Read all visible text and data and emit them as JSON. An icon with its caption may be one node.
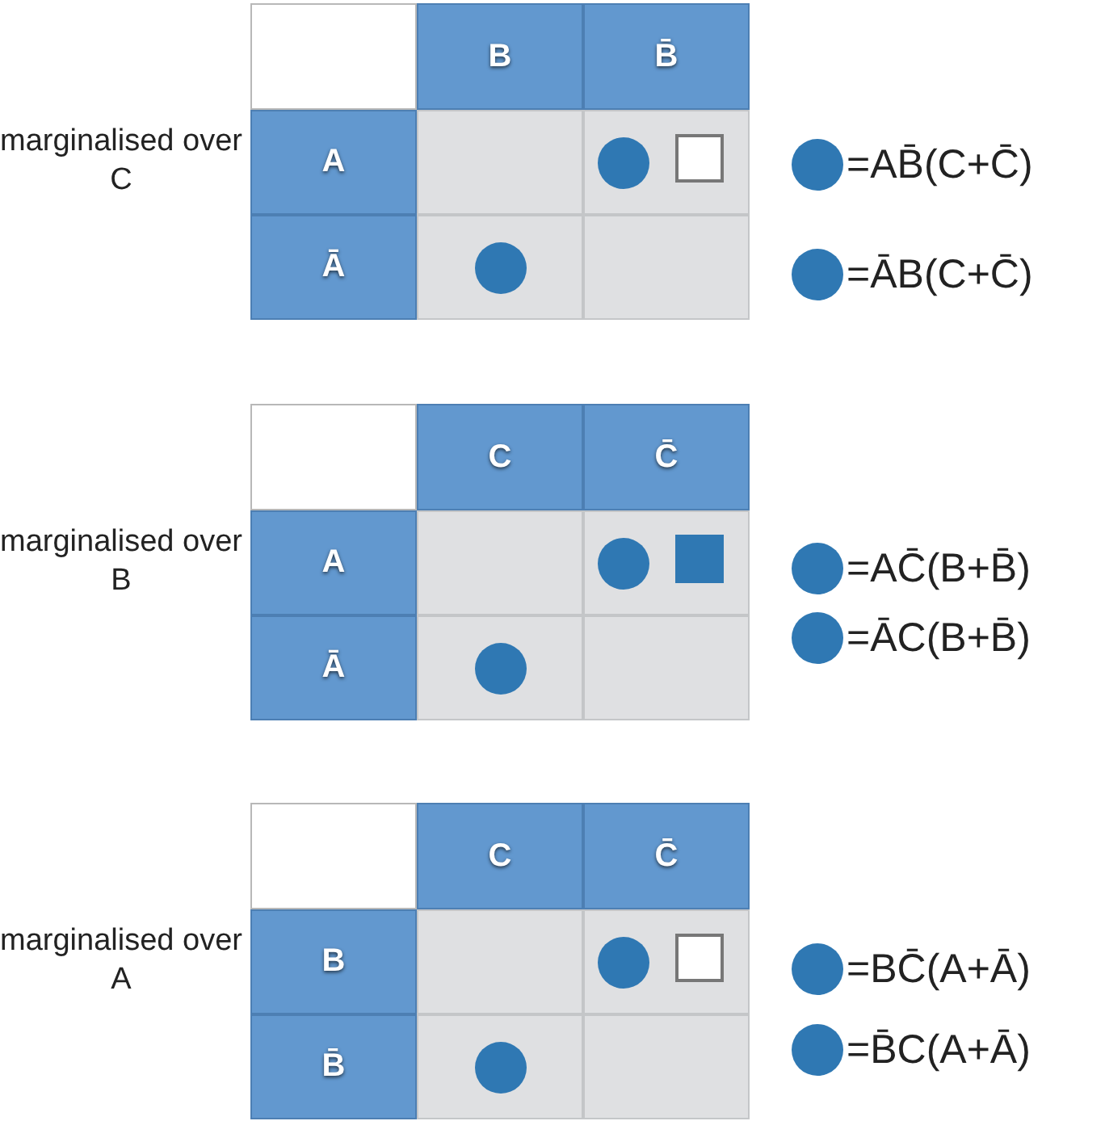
{
  "diagram": {
    "labels": [
      "B",
      "B̄",
      "marginalised over C",
      "A",
      "Ā",
      "C",
      "C̄",
      "marginalised over B",
      "A",
      "Ā",
      "C",
      "C̄",
      "marginalised over A",
      "B",
      "B̄"
    ],
    "legend": [
      {
        "text": "=AB̄(C+C̄)"
      },
      {
        "text": "=ĀB(C+C̄)"
      },
      {
        "text": "=AC̄(B+B̄)"
      },
      {
        "text": "=ĀC(B+B̄)"
      },
      {
        "text": "=BC̄(A+Ā)"
      },
      {
        "text": "=B̄C(A+Ā)"
      }
    ]
  }
}
